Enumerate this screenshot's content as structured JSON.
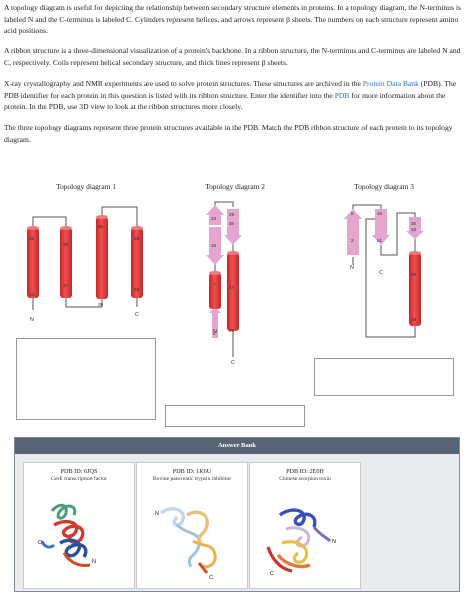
{
  "instructions": {
    "p1": "A topology diagram is useful for depicting the relationship between secondary structure elements in proteins. In a topology diagram, the N-terminus is labeled N and the C-terminus is labeled C. Cylinders represent helices, and arrows represent β sheets. The numbers on each structure represent amino acid positions.",
    "p2": "A ribbon structure is a three-dimensional visualization of a protein's backbone. In a ribbon structure, the N-terminus and C-terminus are labeled N and C, respectively. Coils represent helical secondary structure, and thick lines represent β sheets.",
    "p3_before": "X-ray crystallography and NMR experiments are used to solve protein structures. These structures are archived in the ",
    "p3_link1": "Protein Data Bank",
    "p3_mid1": " (PDB). The PDB identifier for each protein in this question is listed with its ribbon structure. Enter the identifier into the ",
    "p3_link2": "PDB",
    "p3_after": " for more information about the protein. In the PDB, use 3D view to look at the ribbon structures more closely.",
    "p4": "The three topology diagrams represent three protein structures available in the PDB. Match the PDB ribbon structure of each protein to its topology diagram."
  },
  "diagrams": [
    {
      "title": "Topology diagram 1",
      "labels": [
        "25",
        "28",
        "55",
        "58",
        "37",
        "39",
        "69",
        "13",
        "N",
        "C"
      ]
    },
    {
      "title": "Topology diagram 2",
      "labels": [
        "24",
        "29",
        "18",
        "35",
        "7",
        "47",
        "2",
        "56",
        "N",
        "C"
      ]
    },
    {
      "title": "Topology diagram 3",
      "labels": [
        "6",
        "46",
        "35",
        "33",
        "2",
        "51",
        "29",
        "18",
        "N",
        "C"
      ]
    }
  ],
  "answer_bank": {
    "header": "Answer Bank",
    "cards": [
      {
        "id": "PDB ID: 6JQS",
        "name": "GerE transcription factor"
      },
      {
        "id": "PDB ID: 1K6U",
        "name": "Bovine pancreatic trypsin inhibitor"
      },
      {
        "id": "PDB ID: 2E0H",
        "name": "Chinese scorpion toxin"
      }
    ]
  },
  "colors": {
    "helix": "#e0393b",
    "strand": "#e4a6cf",
    "header": "#566474"
  },
  "icons": [
    "ribbon-structure-image"
  ]
}
